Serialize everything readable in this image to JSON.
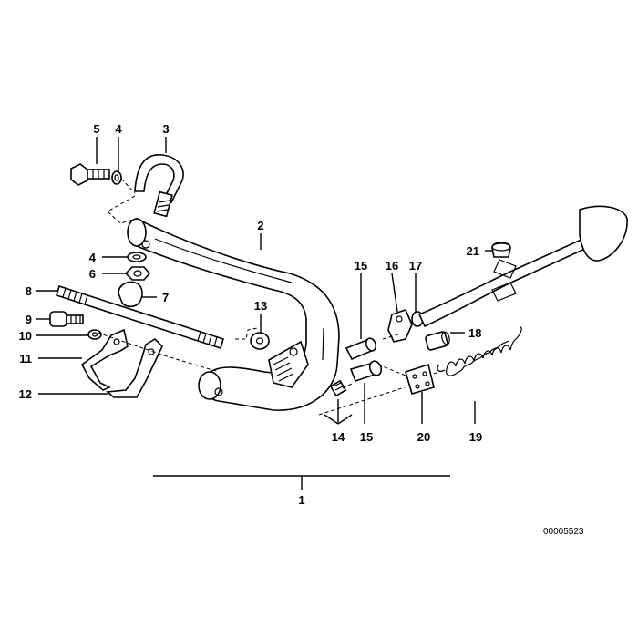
{
  "diagram": {
    "assembly_number": "1",
    "reference_code": "00005523",
    "parts": [
      {
        "id": "part-1",
        "label": "1"
      },
      {
        "id": "part-2",
        "label": "2"
      },
      {
        "id": "part-3",
        "label": "3"
      },
      {
        "id": "part-4a",
        "label": "4"
      },
      {
        "id": "part-4b",
        "label": "4"
      },
      {
        "id": "part-5",
        "label": "5"
      },
      {
        "id": "part-6",
        "label": "6"
      },
      {
        "id": "part-7",
        "label": "7"
      },
      {
        "id": "part-8",
        "label": "8"
      },
      {
        "id": "part-9",
        "label": "9"
      },
      {
        "id": "part-10",
        "label": "10"
      },
      {
        "id": "part-11",
        "label": "11"
      },
      {
        "id": "part-12",
        "label": "12"
      },
      {
        "id": "part-13",
        "label": "13"
      },
      {
        "id": "part-14",
        "label": "14"
      },
      {
        "id": "part-15a",
        "label": "15"
      },
      {
        "id": "part-15b",
        "label": "15"
      },
      {
        "id": "part-16",
        "label": "16"
      },
      {
        "id": "part-17",
        "label": "17"
      },
      {
        "id": "part-18",
        "label": "18"
      },
      {
        "id": "part-19",
        "label": "19"
      },
      {
        "id": "part-20",
        "label": "20"
      },
      {
        "id": "part-21",
        "label": "21"
      }
    ]
  }
}
